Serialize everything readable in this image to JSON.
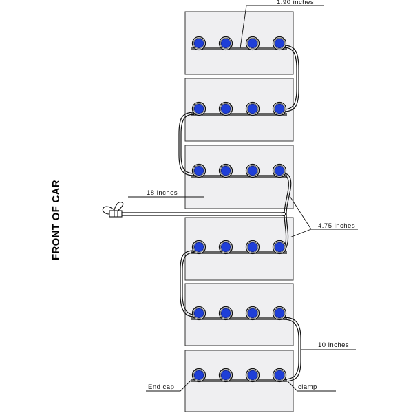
{
  "side_label": "FRONT OF CAR",
  "labels": {
    "top_spacing": "1.90 inches",
    "lead_length": "18 inches",
    "gap_length": "4.75 inches",
    "bottom_length": "10 inches",
    "end_cap": "End cap",
    "clamp": "clamp"
  },
  "colors": {
    "panel_fill": "#efeff1",
    "panel_stroke": "#333333",
    "light_blue": "#1f3fd8",
    "wire": "#111111"
  },
  "panels": [
    {
      "id": 1,
      "lights": 4
    },
    {
      "id": 2,
      "lights": 4
    },
    {
      "id": 3,
      "lights": 4
    },
    {
      "id": 4,
      "lights": 4
    },
    {
      "id": 5,
      "lights": 4
    },
    {
      "id": 6,
      "lights": 4
    }
  ]
}
